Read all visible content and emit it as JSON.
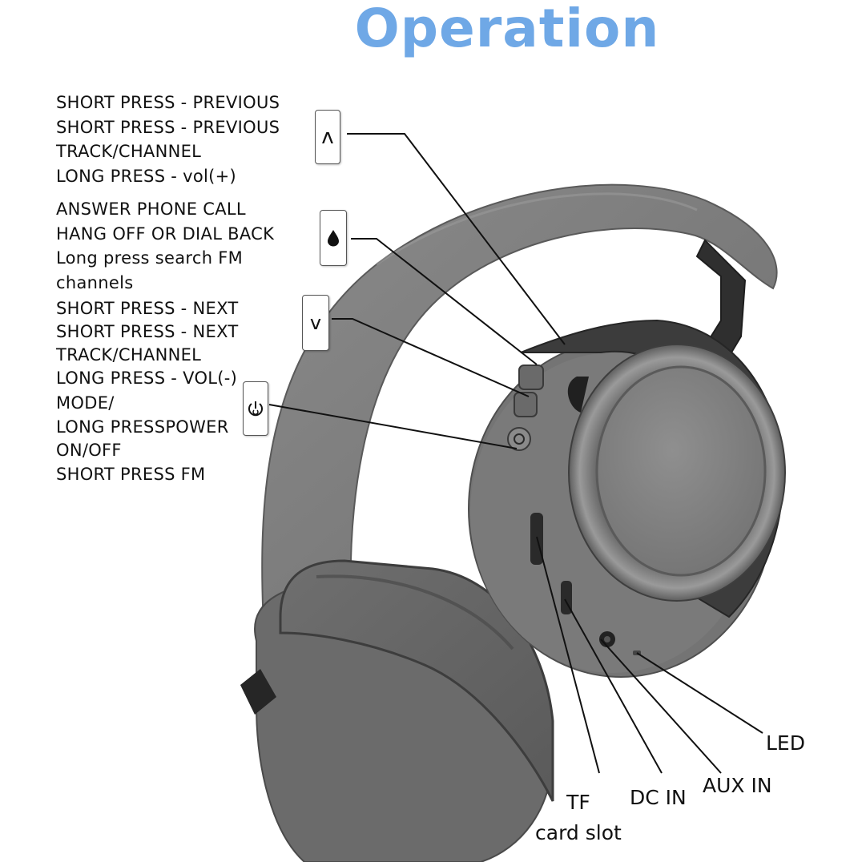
{
  "title": "Operation",
  "colors": {
    "title": "#6fa8e6",
    "headphone_body": "#7d7d7d",
    "headphone_dark": "#3a3a3a",
    "background": "#ffffff"
  },
  "button_labels": [
    {
      "id": "up",
      "icon": "chevron-up-icon",
      "glyph": "ʌ",
      "lines": [
        "SHORT PRESS - PREVIOUS",
        "SHORT PRESS - PREVIOUS",
        "TRACK/CHANNEL",
        "LONG PRESS - vol(+)"
      ]
    },
    {
      "id": "call",
      "icon": "phone-button-icon",
      "glyph": "",
      "lines": [
        "ANSWER PHONE CALL",
        "HANG OFF OR DIAL BACK",
        "Long press search FM",
        "channels"
      ]
    },
    {
      "id": "down",
      "icon": "chevron-down-icon",
      "glyph": "v",
      "lines": [
        "SHORT PRESS - NEXT",
        "SHORT PRESS - NEXT",
        "TRACK/CHANNEL",
        "LONG PRESS - VOL(-)"
      ]
    },
    {
      "id": "power",
      "icon": "power-icon",
      "glyph": "",
      "lines": [
        "MODE/",
        "LONG PRESSPOWER",
        "ON/OFF",
        "SHORT PRESS FM"
      ]
    }
  ],
  "ports": {
    "tf": [
      "TF",
      "card slot"
    ],
    "dc": "DC IN",
    "aux": "AUX IN",
    "led": "LED"
  }
}
